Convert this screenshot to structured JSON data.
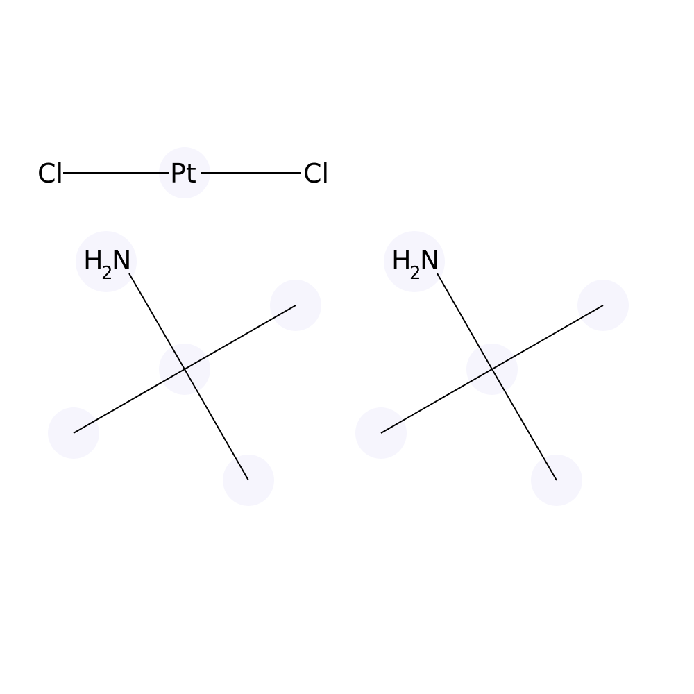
{
  "colors": {
    "background": "#ffffff",
    "bond": "#000000",
    "label": "#000000",
    "atom_highlight": "#f6f5fd"
  },
  "molecule": {
    "platinum_dichloride": {
      "left_chlorine": "Cl",
      "metal": "Pt",
      "right_chlorine": "Cl"
    },
    "amine_1": {
      "nitrogen_label": "N",
      "hydrogen_label": "H",
      "hydrogen_count": "2"
    },
    "amine_2": {
      "nitrogen_label": "N",
      "hydrogen_label": "H",
      "hydrogen_count": "2"
    }
  }
}
